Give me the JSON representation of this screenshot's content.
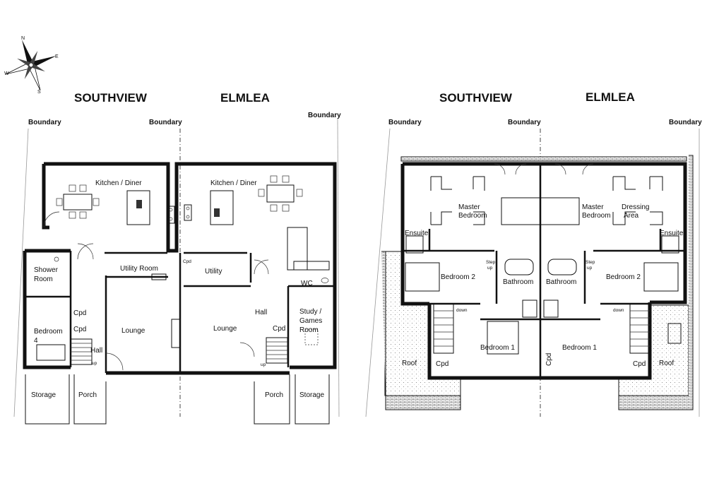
{
  "ground_floor": {
    "house_left": "SOUTHVIEW",
    "house_right": "ELMLEA",
    "boundary_labels": [
      "Boundary",
      "Boundary",
      "Boundary"
    ],
    "rooms": {
      "kitchen_left": "Kitchen / Diner",
      "kitchen_right": "Kitchen / Diner",
      "shower_room_line1": "Shower",
      "shower_room_line2": "Room",
      "utility_room": "Utility Room",
      "utility": "Utility",
      "cpd_1": "Cpd",
      "cpd_2": "Cpd",
      "cpd_3": "Cpd",
      "cpd_4": "Cpd",
      "wc": "WC",
      "bedroom4_line1": "Bedroom",
      "bedroom4_line2": "4",
      "lounge_left": "Lounge",
      "lounge_right": "Lounge",
      "hall_left": "Hall",
      "hall_right": "Hall",
      "study_line1": "Study /",
      "study_line2": "Games",
      "study_line3": "Room",
      "storage_left": "Storage",
      "storage_right": "Storage",
      "porch_left": "Porch",
      "porch_right": "Porch",
      "up_1": "up",
      "up_2": "up"
    }
  },
  "first_floor": {
    "house_left": "SOUTHVIEW",
    "house_right": "ELMLEA",
    "boundary_labels": [
      "Boundary",
      "Boundary",
      "Boundary"
    ],
    "rooms": {
      "master_left_line1": "Master",
      "master_left_line2": "Bedroom",
      "master_right_line1": "Master",
      "master_right_line2": "Bedroom",
      "dressing_line1": "Dressing",
      "dressing_line2": "Area",
      "ensuite_left": "Ensuite",
      "ensuite_right": "Ensuite",
      "bedroom2_left": "Bedroom 2",
      "bedroom2_right": "Bedroom 2",
      "bathroom_left": "Bathroom",
      "bathroom_right": "Bathroom",
      "bedroom1_left": "Bedroom 1",
      "bedroom1_right": "Bedroom 1",
      "cpd_left": "Cpd",
      "cpd_right": "Cpd",
      "cpd_vertical": "Cpd",
      "roof_left": "Roof",
      "roof_right": "Roof",
      "step_1": "Step",
      "up_1": "up",
      "step_2": "Step",
      "up_2": "up",
      "down_left": "down",
      "down_right": "down"
    }
  },
  "compass": {
    "north": "N",
    "east": "E",
    "south": "S",
    "west": "W"
  }
}
